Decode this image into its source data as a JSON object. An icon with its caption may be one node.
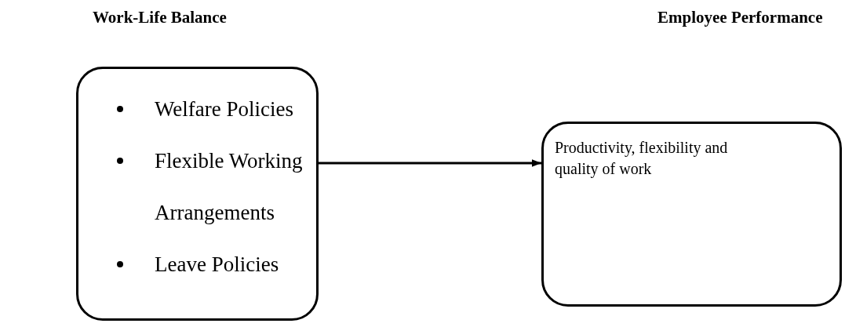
{
  "diagram": {
    "nodes": [
      {
        "text": [
          "Welfare Policies",
          "Flexible Working Arrangements",
          "Leave Policies"
        ]
      },
      {
        "text": [
          "Productivity, flexibility and quality of work"
        ]
      }
    ],
    "edges": [
      {
        "from": 0,
        "to": 1,
        "arrow": "to"
      }
    ],
    "labels": [
      "Work-Life Balance",
      "Employee Performance"
    ]
  }
}
